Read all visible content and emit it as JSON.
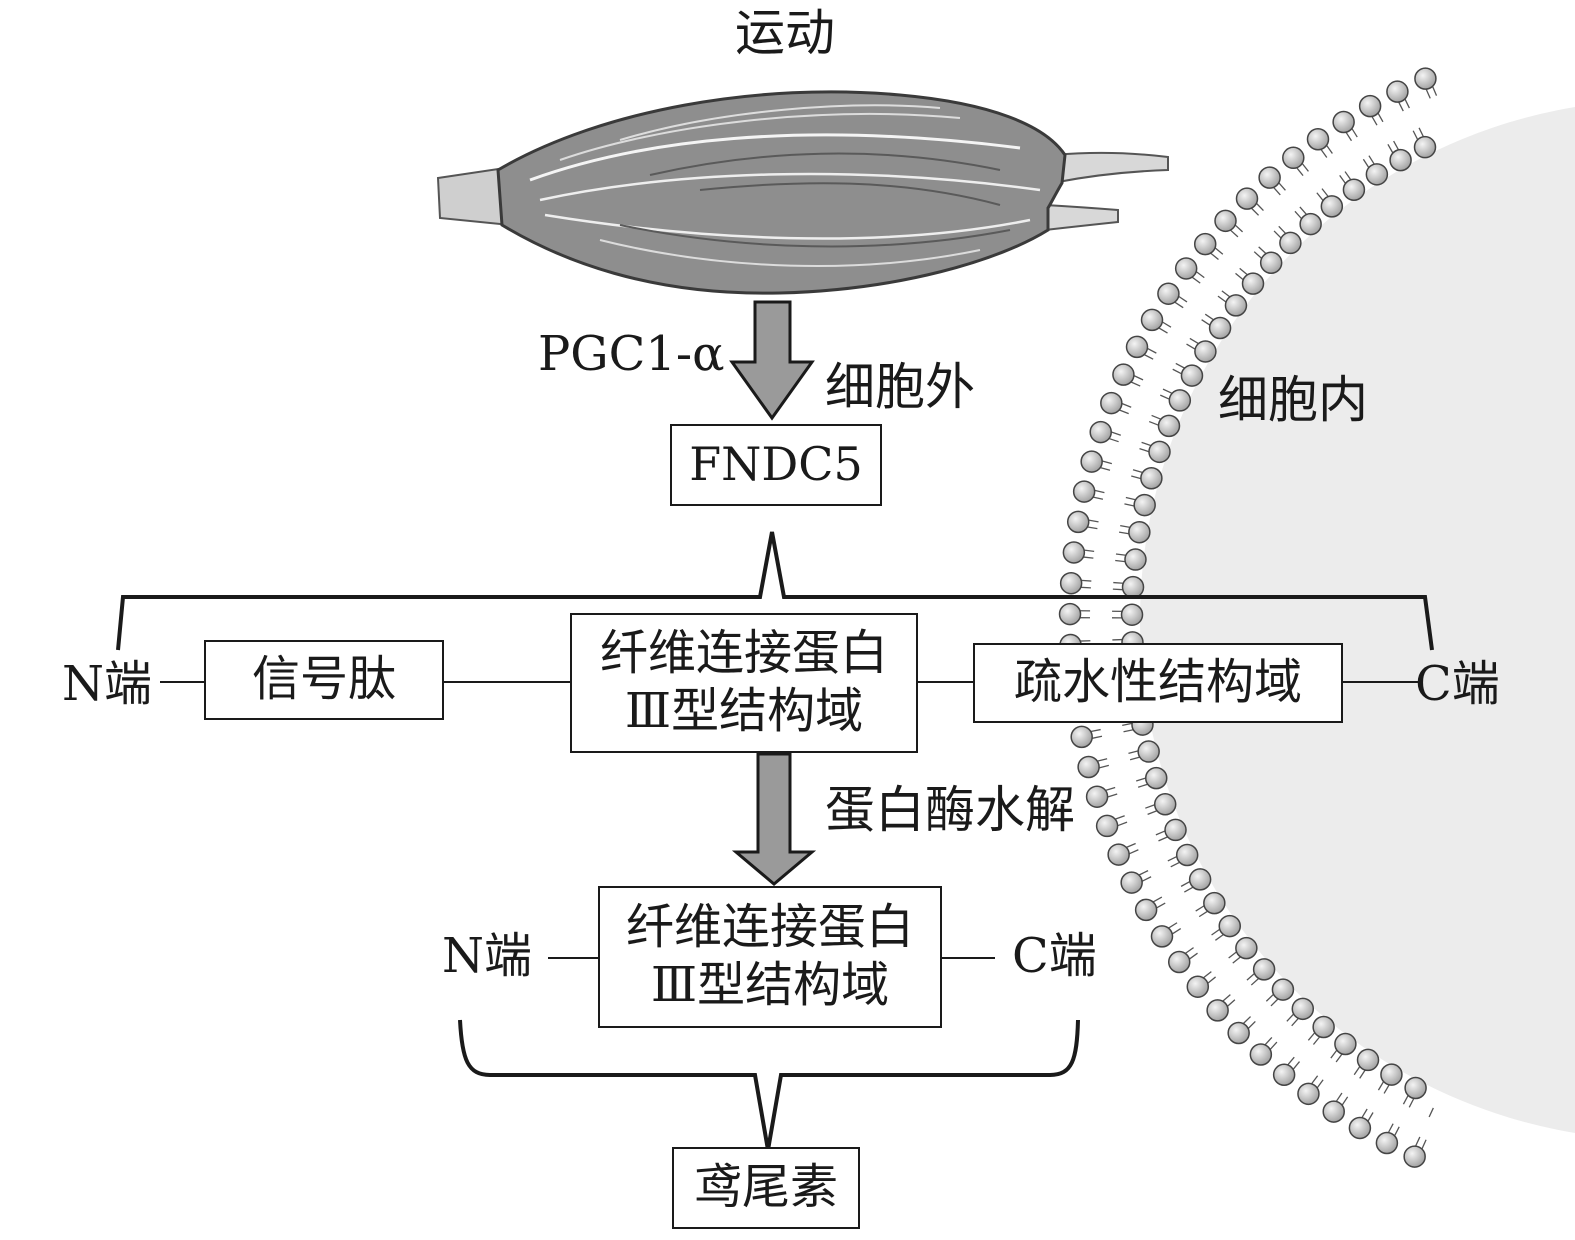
{
  "diagram": {
    "exercise_label": "运动",
    "pgc_label": "PGC1-α",
    "extracellular_label": "细胞外",
    "intracellular_label": "细胞内",
    "fndc5_label": "FNDC5",
    "n_terminal_label": "N端",
    "c_terminal_label": "C端",
    "signal_peptide_label": "信号肽",
    "fn3_domain_line1": "纤维连接蛋白",
    "fn3_domain_line2": "Ⅲ型结构域",
    "hydrophobic_domain_label": "疏水性结构域",
    "protease_label": "蛋白酶水解",
    "product_n_terminal_label": "N端",
    "product_c_terminal_label": "C端",
    "product_fn3_line1": "纤维连接蛋白",
    "product_fn3_line2": "Ⅲ型结构域",
    "irisin_label": "鸢尾素"
  },
  "colors": {
    "line": "#1a1a1a",
    "arrow_fill": "#9a9a9a",
    "muscle_fill": "#8e8e8e",
    "membrane_bead": "#c4c4c4",
    "cell_interior": "#ececec"
  }
}
